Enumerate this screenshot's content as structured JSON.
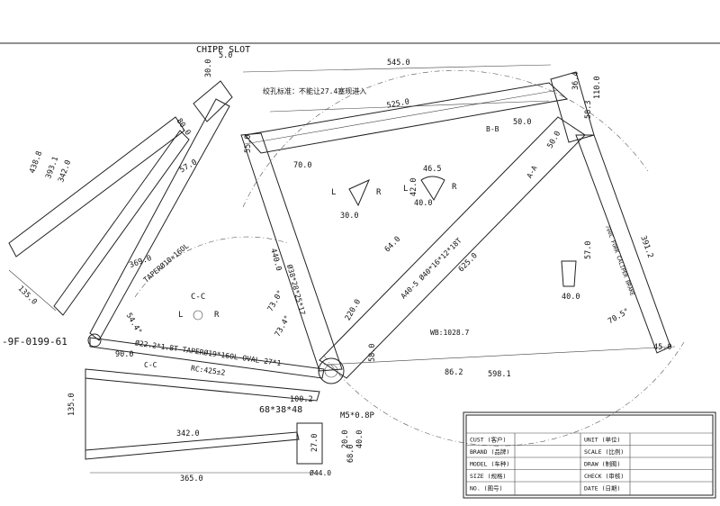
{
  "header": {
    "top_text": "",
    "note": "绞孔标准：不能让27.4塞规进入"
  },
  "labels": {
    "chipp_slot": "CHIPP SLOT",
    "part_no": "-9F-0199-61",
    "section_bb": "B-B",
    "section_aa": "A-A",
    "section_cc_top": "C-C",
    "section_cc_side": "C-C",
    "fork_note": "700C FORK CALIPER BRAKE",
    "wb": "WB:1028.7",
    "taper_1": "TAPERØ10×16OL",
    "taper_2": "Ø22.2*1.8T TAPERØ19*16OL OVAL 27*1",
    "taper_3": "A40-5 Ø40*16*12*18T",
    "taper_4": "Ø38*28*25*17",
    "rc": "RC:425±2",
    "bb_size": "68*38*48",
    "m5": "M5*0.8P",
    "phi44": "Ø44.0",
    "l": "L",
    "r": "R"
  },
  "dims": {
    "d5_0": "5.0",
    "d30_0": "30.0",
    "d545": "545.0",
    "d525": "525.0",
    "d36_4": "36.4",
    "d110": "110.0",
    "d58_3": "58.3",
    "d50_0a": "50.0",
    "d50_0b": "50.0",
    "d55_0": "55.0",
    "d70_0": "70.0",
    "d46_5": "46.5",
    "d42_0": "42.0",
    "d30_0b": "30.0",
    "d40_0a": "40.0",
    "d57_0": "57.0",
    "d40_0b": "40.0",
    "d391_2": "391.2",
    "d70_5": "70.5°",
    "d45_0": "45.0",
    "d438_8": "438.8",
    "d393_1": "393.1",
    "d342_0a": "342.0",
    "d80_0": "80.0",
    "d57_0b": "57.0",
    "d369_0": "369.0",
    "d135_0a": "135.0",
    "d440_0": "440.0",
    "d64_0": "64.0",
    "d625_0": "625.0",
    "d220_0": "220.0",
    "d73_0": "73.0°",
    "d58_0": "58.0",
    "d86_2": "86.2",
    "d598_1": "598.1",
    "d90_0": "90.0",
    "d100_2": "100.2",
    "d135_0b": "135.0",
    "d342_0b": "342.0",
    "d365_0": "365.0",
    "d27_0": "27.0",
    "d20_0": "20.0",
    "d40_0c": "40.0",
    "d68_0": "68.0",
    "d54_4": "54.4°",
    "d73_4": "73.4°"
  },
  "title_block": {
    "rows": [
      {
        "label": "CUST (客户)",
        "value": "",
        "label2": "UNIT (单位)",
        "value2": ""
      },
      {
        "label": "BRAND (品牌)",
        "value": "",
        "label2": "SCALE (比例)",
        "value2": ""
      },
      {
        "label": "MODEL (车种)",
        "value": "",
        "label2": "DRAW (制图)",
        "value2": ""
      },
      {
        "label": "SIZE (规格)",
        "value": "",
        "label2": "CHECK (审核)",
        "value2": ""
      },
      {
        "label": "NO. (图号)",
        "value": "",
        "label2": "DATE (日期)",
        "value2": ""
      }
    ]
  }
}
